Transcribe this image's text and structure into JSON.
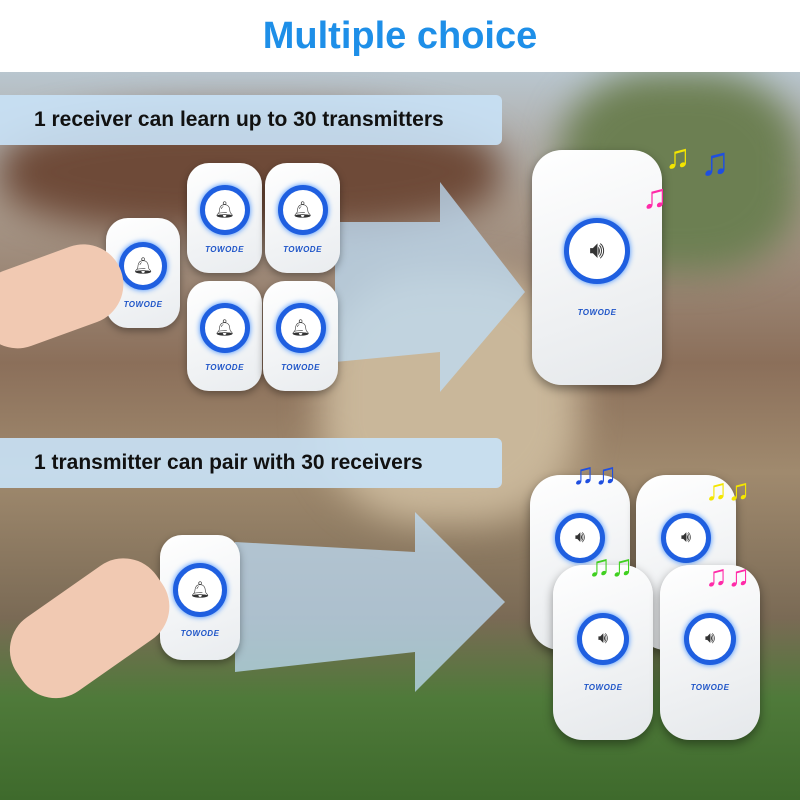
{
  "title": "Multiple choice",
  "banners": [
    "1 receiver can learn up to 30 transmitters",
    "1 transmitter can pair with 30 receivers"
  ],
  "brand": "TOWODE",
  "icons": {
    "transmitter": "bell-icon",
    "receiver": "speaker-icon",
    "notes": "music-note-icon"
  },
  "colors": {
    "title": "#1e8fe8",
    "ring": "#1f5fe0",
    "banner": "#c8e1f5"
  }
}
